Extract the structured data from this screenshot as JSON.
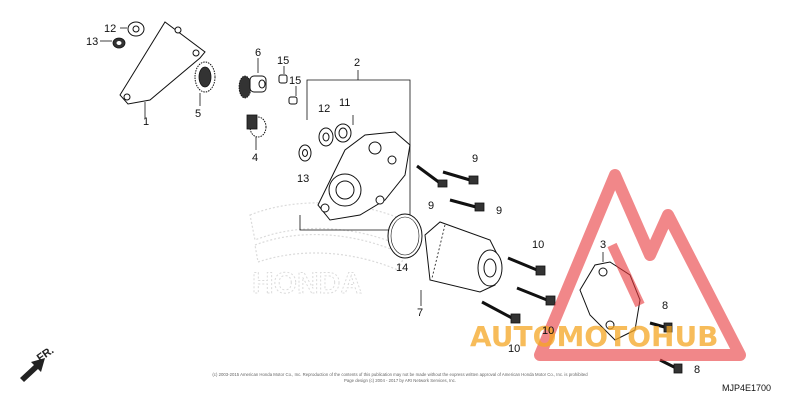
{
  "diagram": {
    "labels": {
      "p1": "1",
      "p2": "2",
      "p3": "3",
      "p4": "4",
      "p5": "5",
      "p6": "6",
      "p7": "7",
      "p8a": "8",
      "p8b": "8",
      "p9a": "9",
      "p9b": "9",
      "p9c": "9",
      "p10a": "10",
      "p10b": "10",
      "p10c": "10",
      "p11": "11",
      "p12a": "12",
      "p12b": "12",
      "p13a": "13",
      "p13b": "13",
      "p14": "14",
      "p15a": "15",
      "p15b": "15"
    },
    "direction_label": "FR.",
    "diagram_code": "MJP4E1700",
    "copyright_line1": "(c) 2003-2015 American Honda Motor Co., Inc. Reproduction of the contents of this publication may not be made without the express written approval of American Honda Motor Co., Inc. is prohibited",
    "copyright_line2": "Page design (c) 2004 - 2017 by ARI Network Services, Inc.",
    "watermark_brand": "AUTOMOTOHUB",
    "background_brand": "HONDA",
    "colors": {
      "watermark_red": "#e8373a",
      "watermark_orange": "#f5a623",
      "watermark_gray": "#2f3e4a"
    }
  }
}
